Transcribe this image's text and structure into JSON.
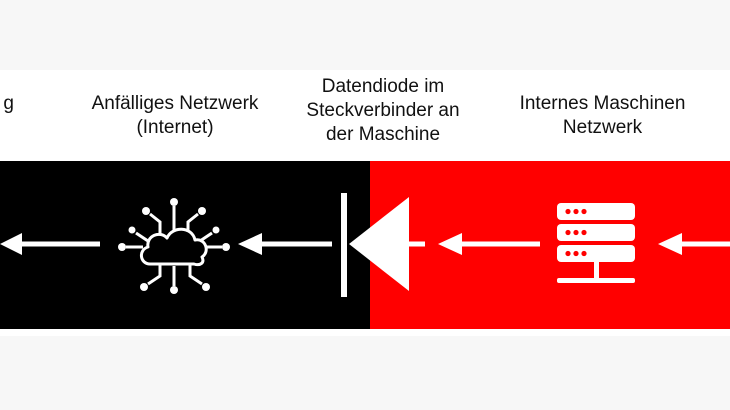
{
  "labels": {
    "left_cut": [
      "g"
    ],
    "vulnerable_network": [
      "Anfälliges Netzwerk",
      "(Internet)"
    ],
    "data_diode": [
      "Datendiode im",
      "Steckverbinder an",
      "der Maschine"
    ],
    "internal_network": [
      "Internes Maschinen",
      "Netzwerk"
    ]
  },
  "colors": {
    "background": "#f7f7f7",
    "vulnerable_zone": "#000000",
    "internal_zone": "#ff0000",
    "icon": "#ffffff",
    "text": "#111111"
  },
  "icons": {
    "vulnerable_network": "cloud-network-icon",
    "internal_network": "server-stack-icon",
    "data_diode": "diode-symbol-icon"
  }
}
